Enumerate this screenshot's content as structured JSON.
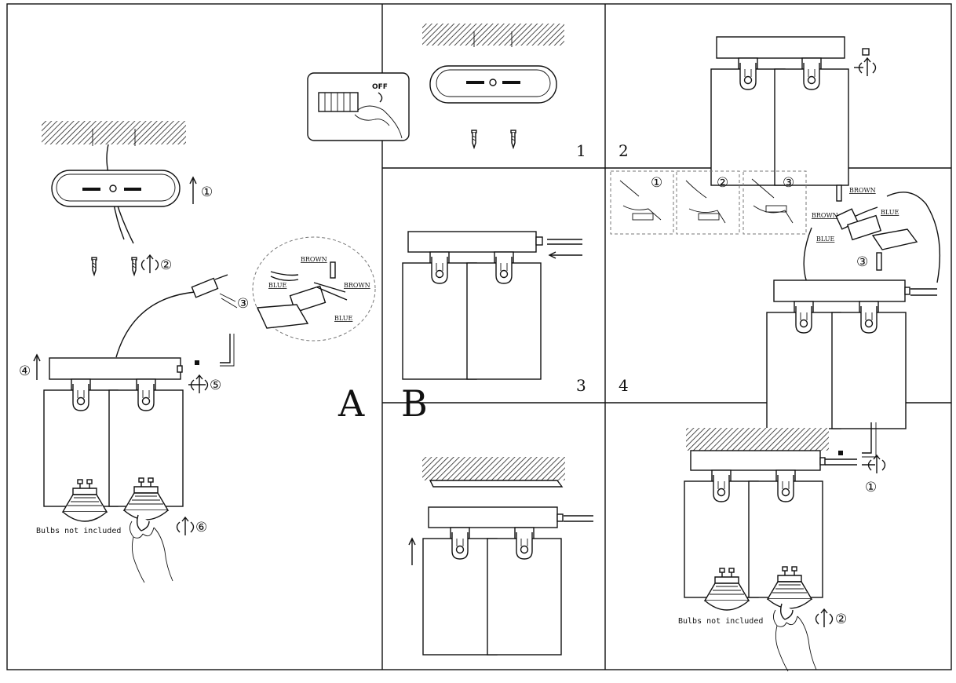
{
  "diagram": {
    "section_a_label": "A",
    "section_b_label": "B",
    "step_numbers": [
      "1",
      "2",
      "3",
      "4"
    ],
    "circled_steps": [
      "①",
      "②",
      "③",
      "④",
      "⑤",
      "⑥"
    ],
    "switch_label": "OFF",
    "wire_labels": {
      "brown": "BROWN",
      "blue": "BLUE"
    },
    "bulbs_note": "Bulbs not included"
  }
}
